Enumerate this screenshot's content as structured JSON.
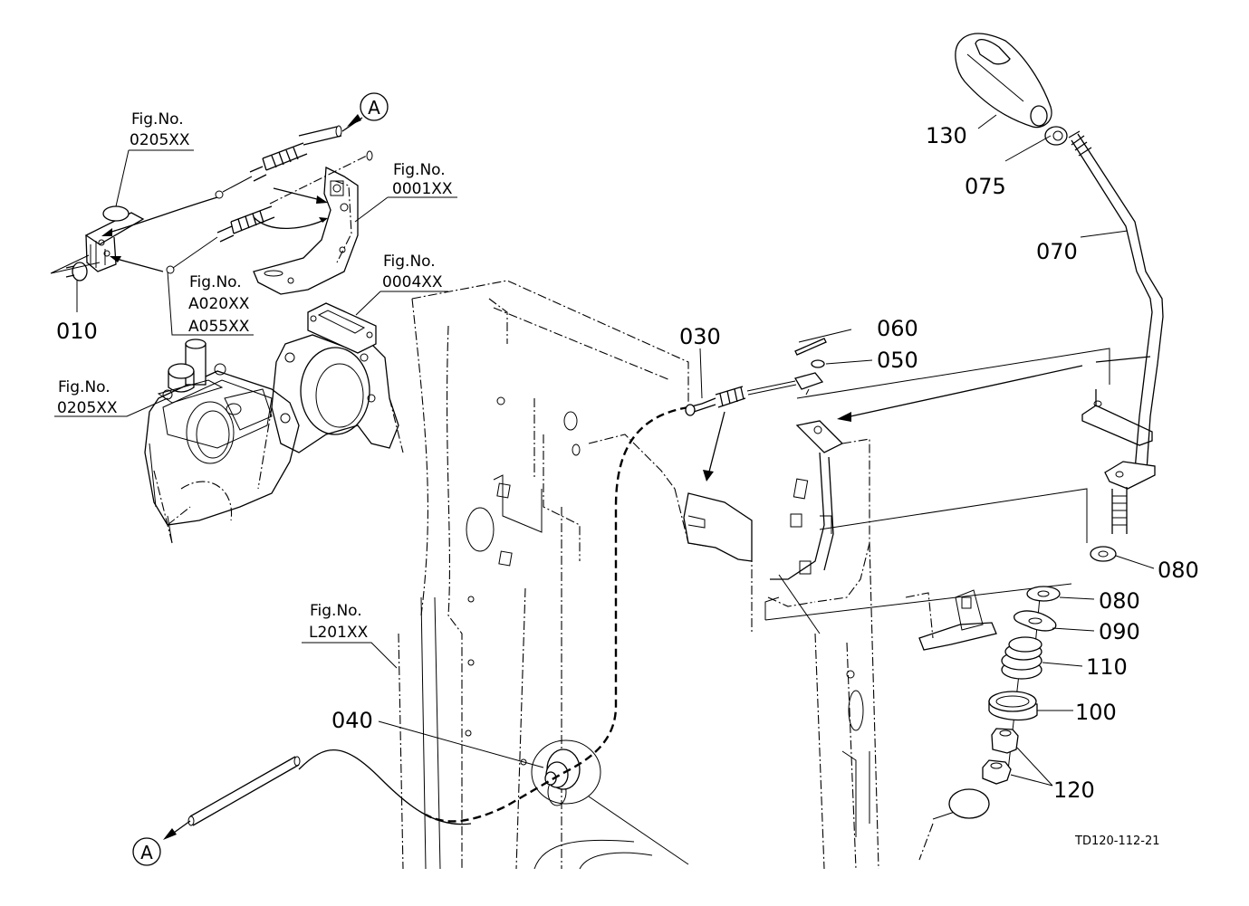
{
  "diagram": {
    "drawing_code": "TD120-112-21",
    "connector_label": "A",
    "fig_refs": [
      {
        "id": "fig-0205-top",
        "caption": "Fig.No.",
        "codes": [
          "0205XX"
        ]
      },
      {
        "id": "fig-0001",
        "caption": "Fig.No.",
        "codes": [
          "0001XX"
        ]
      },
      {
        "id": "fig-0004",
        "caption": "Fig.No.",
        "codes": [
          "0004XX"
        ]
      },
      {
        "id": "fig-a020-a055",
        "caption": "Fig.No.",
        "codes": [
          "A020XX",
          "A055XX"
        ]
      },
      {
        "id": "fig-0205-mid",
        "caption": "Fig.No.",
        "codes": [
          "0205XX"
        ]
      },
      {
        "id": "fig-l201",
        "caption": "Fig.No.",
        "codes": [
          "L201XX"
        ]
      }
    ],
    "parts": [
      {
        "number": "010"
      },
      {
        "number": "030"
      },
      {
        "number": "040"
      },
      {
        "number": "050"
      },
      {
        "number": "060"
      },
      {
        "number": "070"
      },
      {
        "number": "075"
      },
      {
        "number": "080"
      },
      {
        "number": "080"
      },
      {
        "number": "090"
      },
      {
        "number": "100"
      },
      {
        "number": "110"
      },
      {
        "number": "120"
      },
      {
        "number": "130"
      }
    ]
  }
}
